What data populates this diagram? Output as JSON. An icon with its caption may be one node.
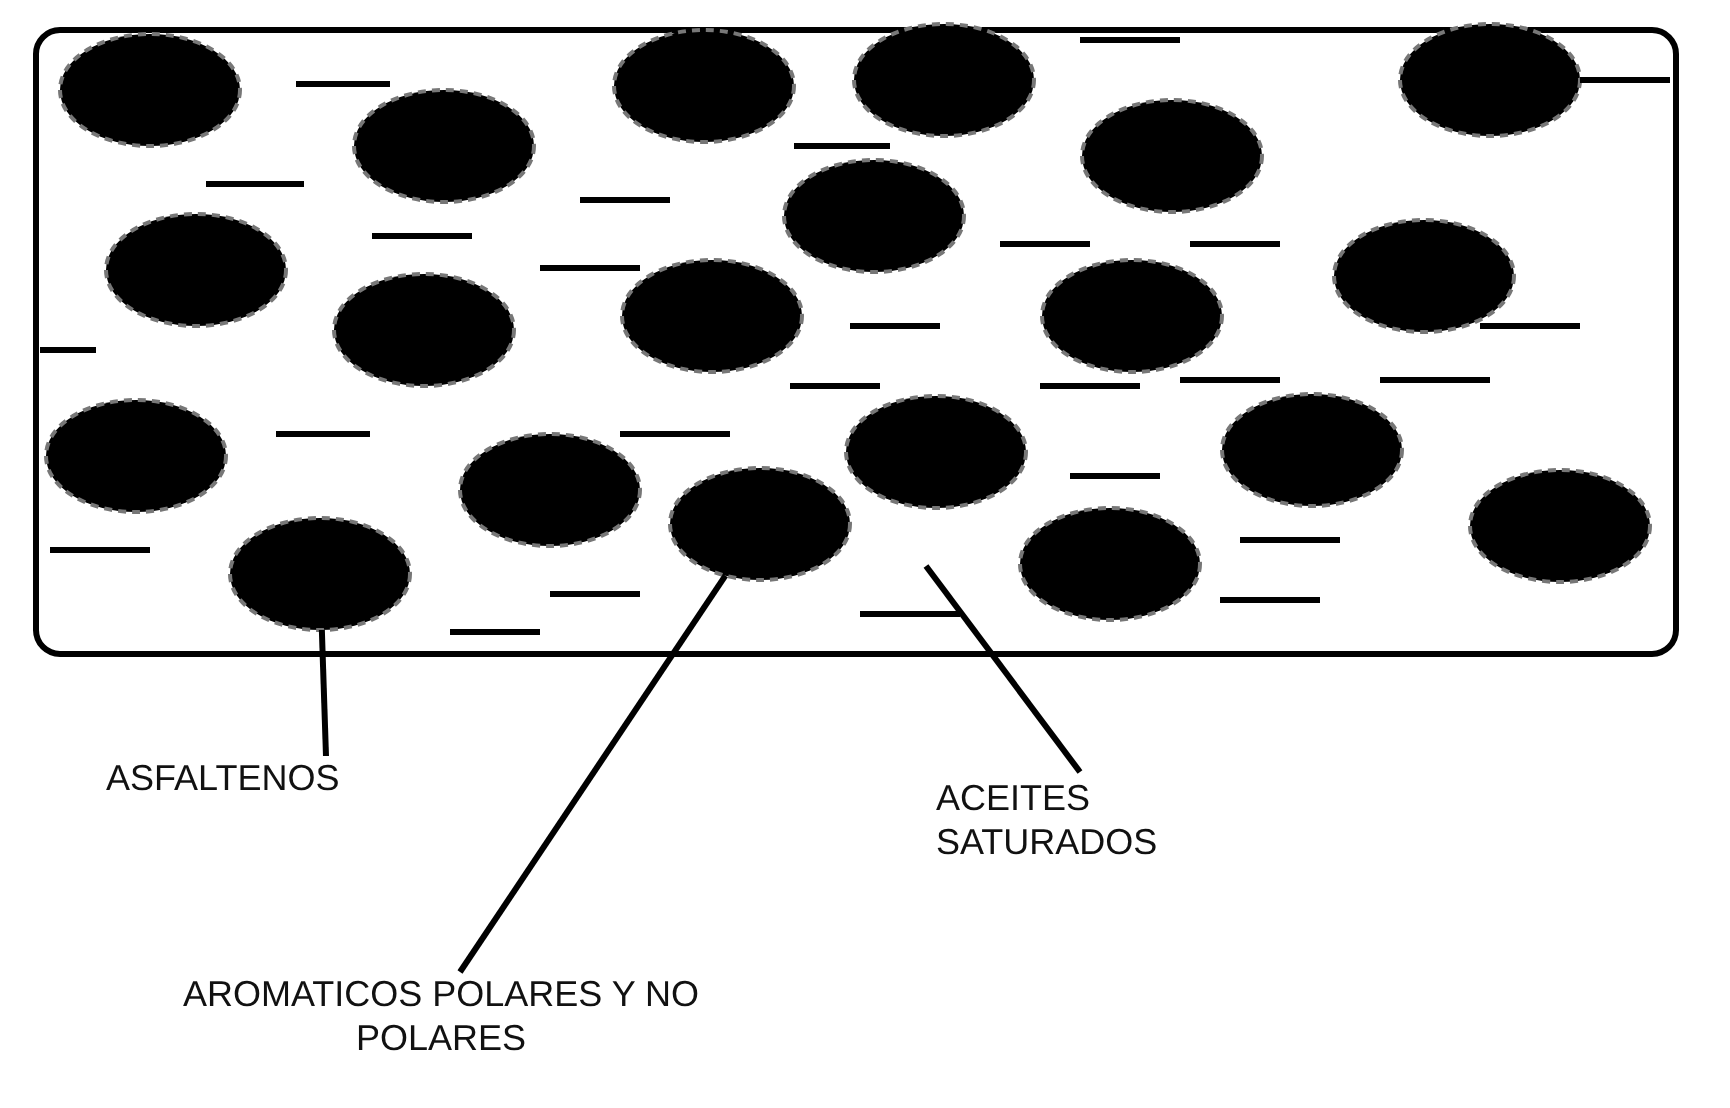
{
  "diagram": {
    "nodes": [
      {
        "text": [
          "ASFALTENOS"
        ]
      },
      {
        "text": [
          "ACEITES SATURADOS"
        ]
      },
      {
        "text": [
          "AROMATICOS POLARES Y NO POLARES"
        ]
      },
      {
        "text": [],
        "shape": "circle"
      },
      {
        "text": [],
        "shape": "circle"
      }
    ],
    "edges": [
      {
        "from": 0,
        "to": 3,
        "arrow": "none"
      },
      {
        "from": 1,
        "to": null,
        "arrow": "none"
      },
      {
        "from": 2,
        "to": 4,
        "arrow": "none"
      }
    ]
  }
}
